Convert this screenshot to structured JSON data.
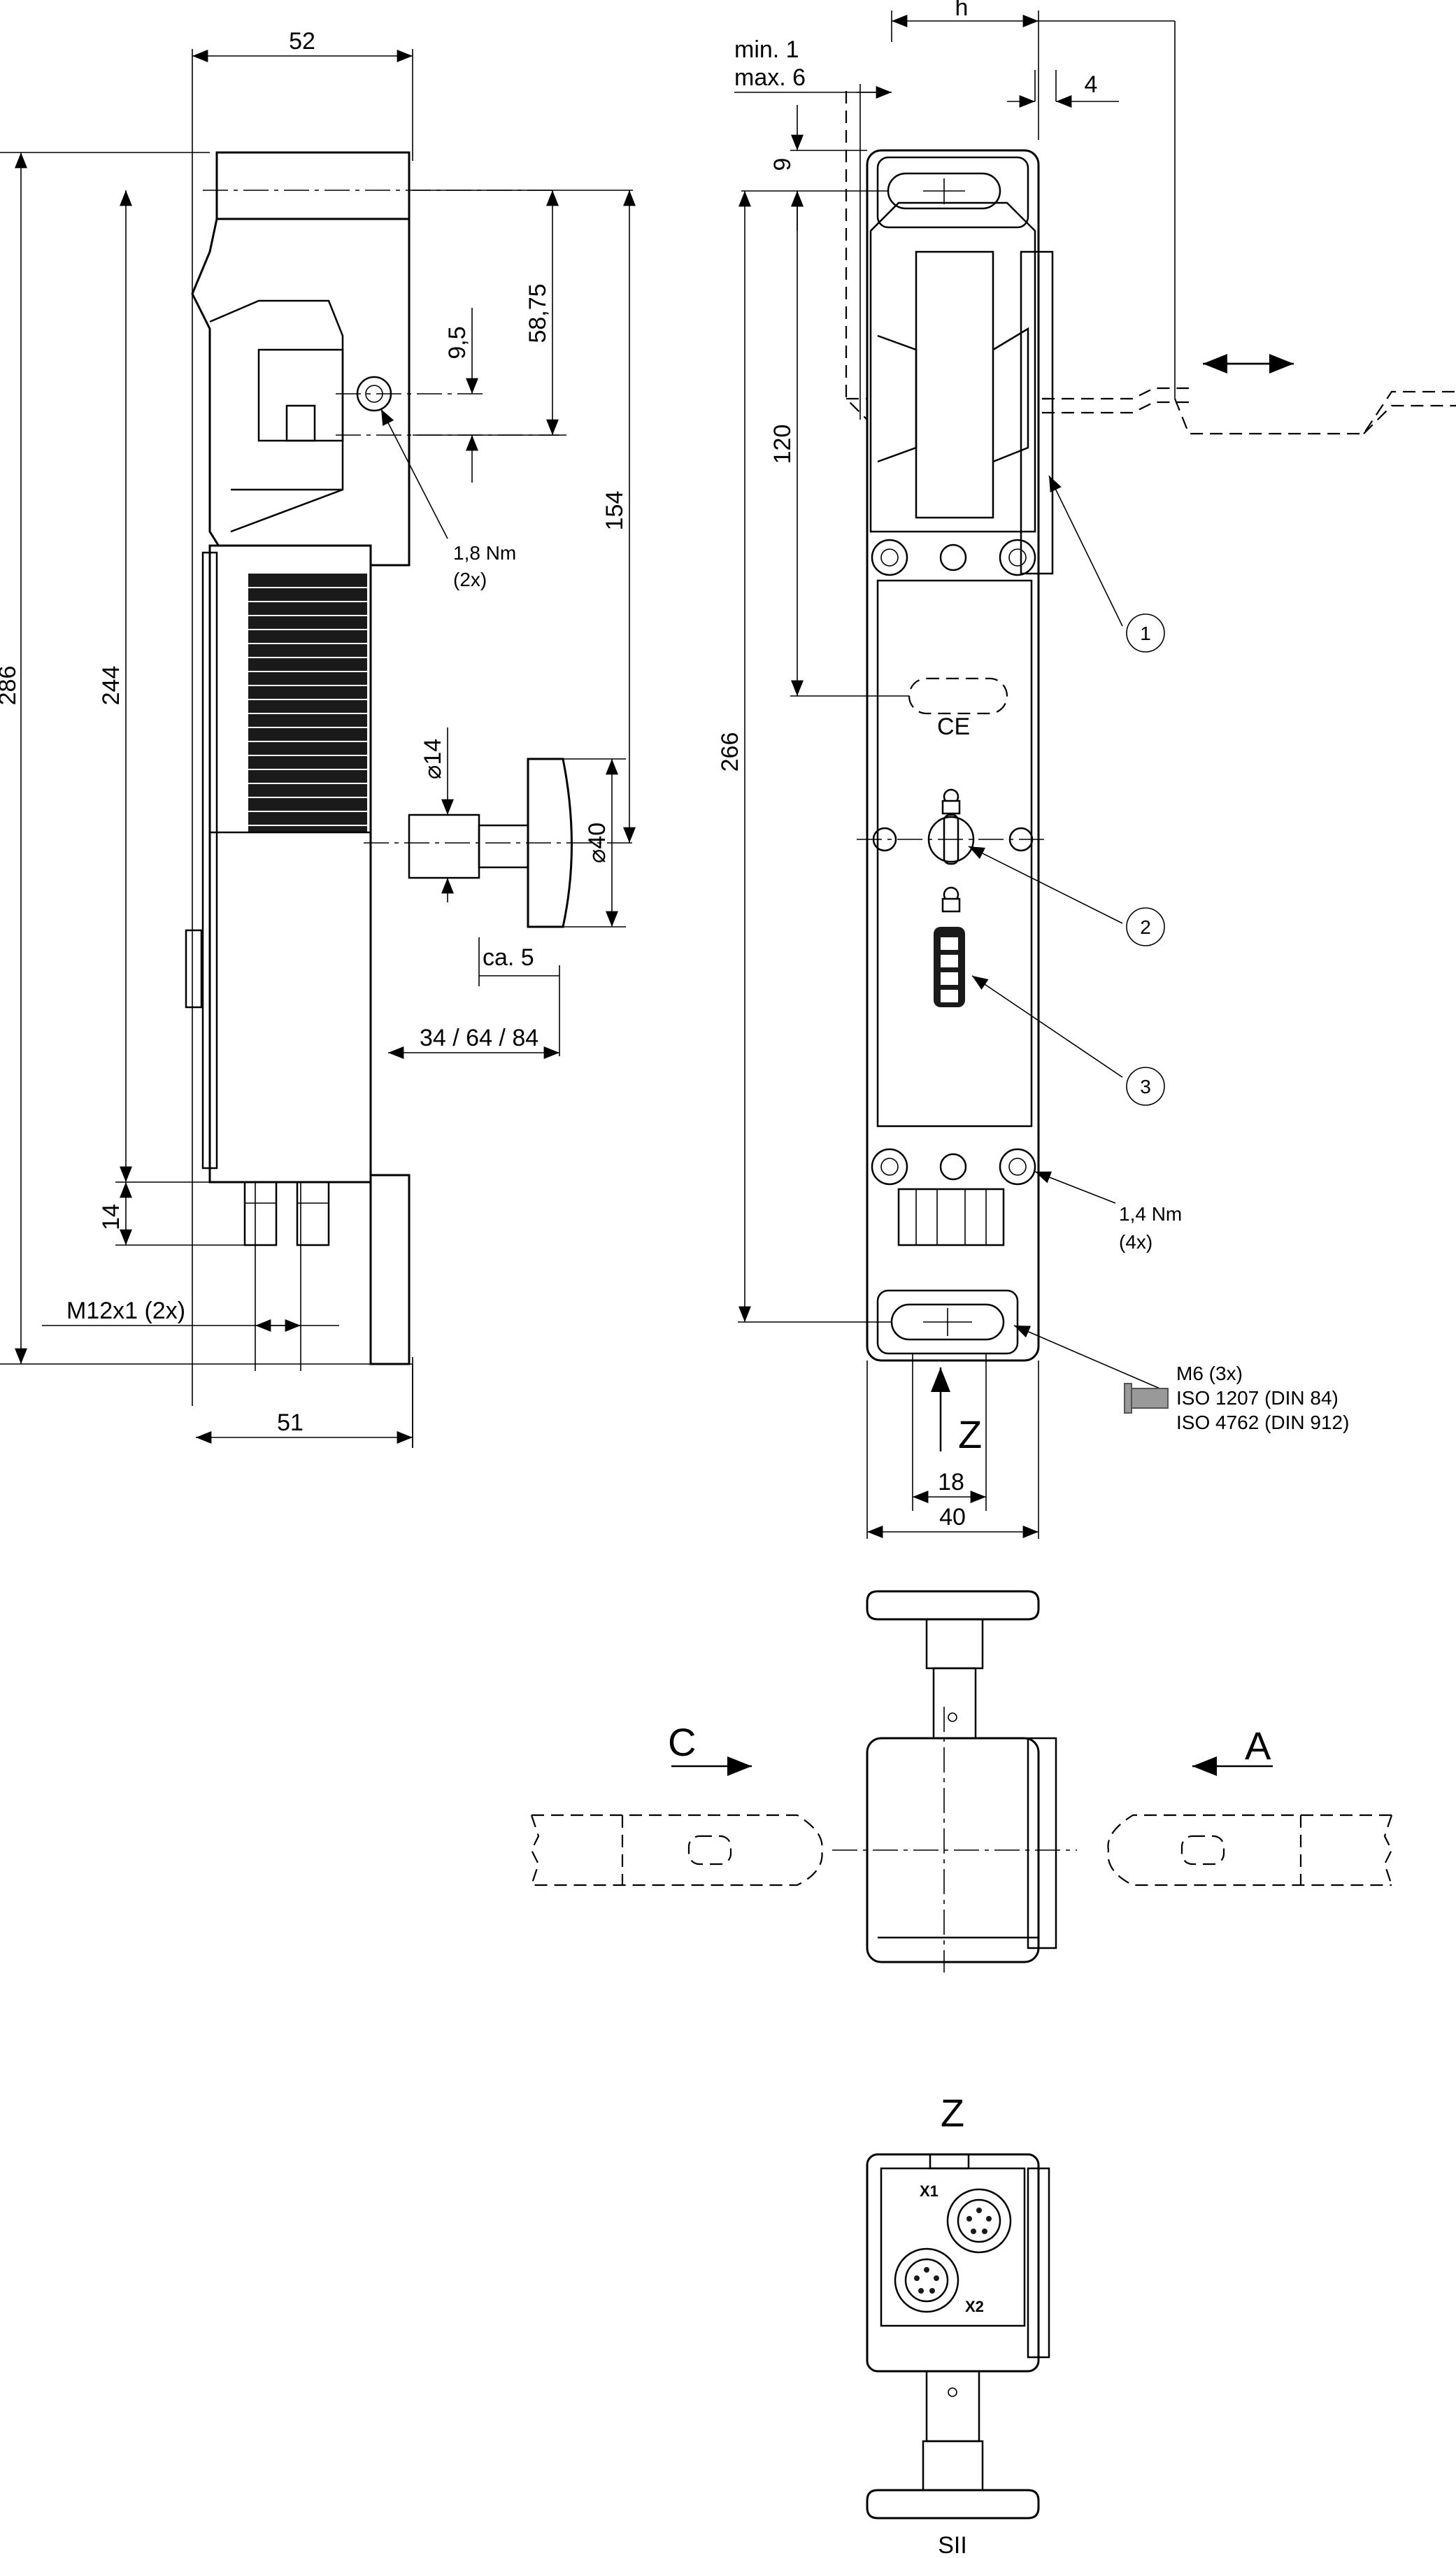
{
  "side_view": {
    "dim_width_top": "52",
    "dim_58_75": "58,75",
    "dim_9_5": "9,5",
    "dim_154": "154",
    "dim_244": "244",
    "dim_286": "286",
    "dim_dia14": "14",
    "dim_dia40": "40",
    "dim_ca5": "ca. 5",
    "dim_34_64_84": "34 / 64 / 84",
    "dim_14": "14",
    "thread": "M12x1 (2x)",
    "dim_width_bottom": "51",
    "torque_note": "1,8 Nm",
    "torque_count": "(2x)"
  },
  "front_view": {
    "dim_h": "h",
    "dim_min": "min. 1",
    "dim_max": "max. 6",
    "dim_4": "4",
    "dim_9": "9",
    "dim_120": "120",
    "dim_266": "266",
    "dim_18": "18",
    "dim_40": "40",
    "view_arrow": "Z",
    "callout_1": "1",
    "callout_2": "2",
    "callout_3": "3",
    "torque_note": "1,4 Nm",
    "torque_count": "(4x)",
    "screw_note_1": "M6 (3x)",
    "screw_note_2": "ISO 1207 (DIN 84)",
    "screw_note_3": "ISO 4762 (DIN 912)",
    "ce_mark": "CE"
  },
  "top_view": {
    "direction_left": "C",
    "direction_right": "A"
  },
  "bottom_view": {
    "title": "Z",
    "connector_x1": "X1",
    "connector_x2": "X2",
    "caption": "SII"
  }
}
